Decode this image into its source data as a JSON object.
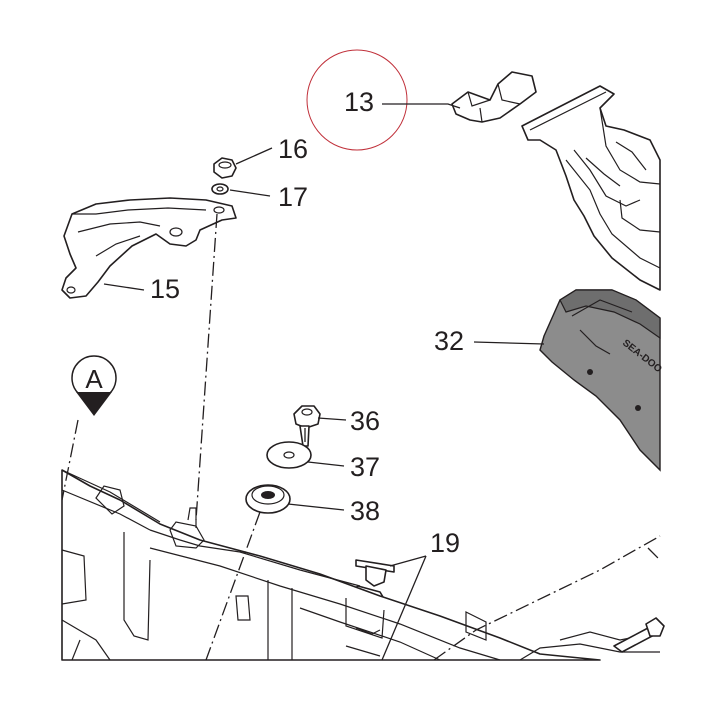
{
  "diagram": {
    "callouts": {
      "p13": "13",
      "p15": "15",
      "p16": "16",
      "p17": "17",
      "p19": "19",
      "p32": "32",
      "p36": "36",
      "p37": "37",
      "p38": "38"
    },
    "view_marker": "A",
    "cover_logo_text": "SEA-DOO",
    "colors": {
      "line": "#231f20",
      "highlight_circle": "#c0303a",
      "part_gray": "#8c8c8c",
      "part_dark_gray": "#6e6e6e"
    }
  }
}
